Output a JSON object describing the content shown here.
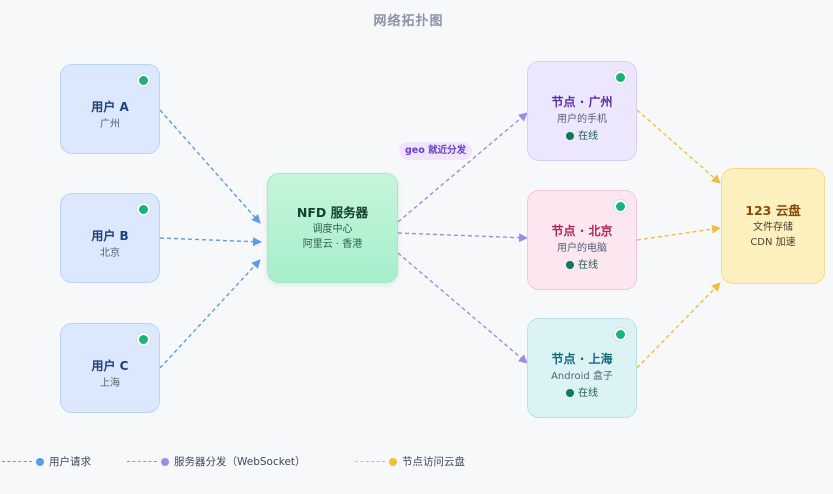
{
  "title": "网络拓扑图",
  "users": [
    {
      "name": "用户 A",
      "city": "广州"
    },
    {
      "name": "用户 B",
      "city": "北京"
    },
    {
      "name": "用户 C",
      "city": "上海"
    }
  ],
  "server": {
    "name": "NFD 服务器",
    "role": "调度中心",
    "location": "阿里云 · 香港"
  },
  "geo_label": "geo 就近分发",
  "edge_nodes": [
    {
      "name": "节点 · 广州",
      "device": "用户的手机",
      "status": "在线"
    },
    {
      "name": "节点 · 北京",
      "device": "用户的电脑",
      "status": "在线"
    },
    {
      "name": "节点 · 上海",
      "device": "Android 盒子",
      "status": "在线"
    }
  ],
  "cloud": {
    "name": "123 云盘",
    "line1": "文件存储",
    "line2": "CDN 加速"
  },
  "legend": [
    {
      "label": "用户请求",
      "color": "#5b9be8"
    },
    {
      "label": "服务器分发（WebSocket）",
      "color": "#a08ae8"
    },
    {
      "label": "节点访问云盘",
      "color": "#f1bd3b"
    }
  ],
  "colors": {
    "online": "#16b37a",
    "user_edge": "#5b9be8",
    "server_edge": "#a08ae8",
    "cloud_edge": "#f1bd3b"
  }
}
